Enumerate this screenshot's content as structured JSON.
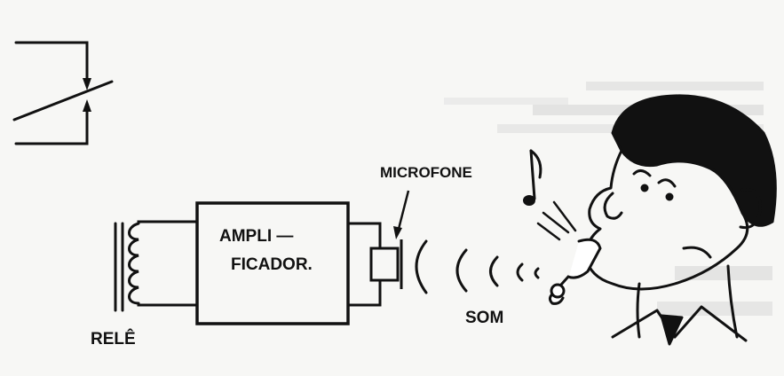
{
  "labels": {
    "microphone": "MICROFONE",
    "amplifier_line1": "AMPLI —",
    "amplifier_line2": "FICADOR.",
    "sound": "SOM",
    "relay": "RELÊ"
  },
  "colors": {
    "ink": "#111111",
    "paper": "#f7f7f5",
    "bleed_through": "#cfcfcf"
  },
  "icons": {
    "relay_contact": "switch-contact-symbol",
    "relay_coil": "coil-symbol",
    "microphone": "microphone-symbol",
    "sound_waves": "sound-wave-icon",
    "music_note": "music-note-icon",
    "boy": "whistling-boy-drawing",
    "whistle": "whistle-icon"
  }
}
